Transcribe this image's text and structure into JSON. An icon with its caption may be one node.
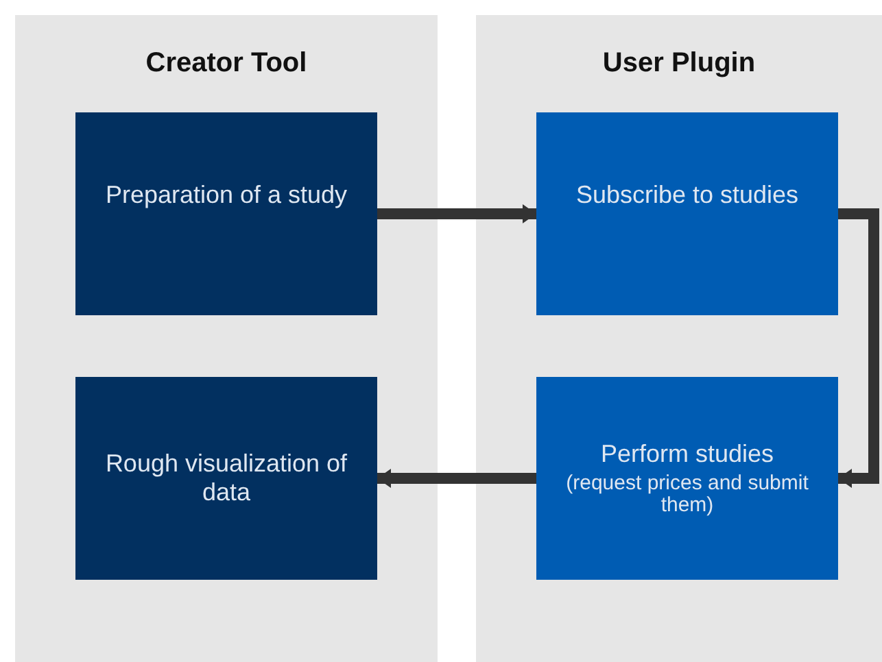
{
  "diagram": {
    "nodes": [
      {
        "text": [
          "Creator Tool"
        ]
      },
      {
        "text": [
          "Preparation of a study"
        ],
        "in": 0
      },
      {
        "text": [
          "Rough visualization of data"
        ],
        "in": 0
      },
      {
        "text": [
          "User Plugin"
        ]
      },
      {
        "text": [
          "Subscribe to studies"
        ],
        "in": 3
      },
      {
        "text": [
          "Perform studies",
          "(request prices and submit them)"
        ],
        "in": 3
      }
    ],
    "edges": [
      {
        "from": 1,
        "to": 4,
        "arrow": "to"
      },
      {
        "from": 4,
        "to": 5,
        "arrow": "to"
      },
      {
        "from": 5,
        "to": 2,
        "arrow": "to"
      }
    ]
  }
}
